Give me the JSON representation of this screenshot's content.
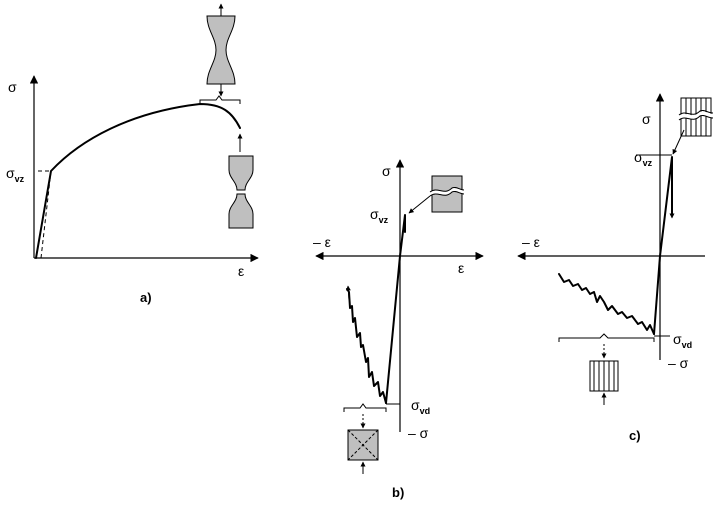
{
  "panel_a": {
    "y_axis_label": "σ",
    "x_axis_label": "ε",
    "yield_label_main": "σ",
    "yield_label_sub": "vz",
    "caption": "a)"
  },
  "panel_b": {
    "y_axis_label": "σ",
    "x_axis_pos_label": "ε",
    "x_axis_neg_label": "– ε",
    "y_axis_neg_label": "– σ",
    "tension_label_main": "σ",
    "tension_label_sub": "vz",
    "compression_label_main": "σ",
    "compression_label_sub": "vd",
    "caption": "b)"
  },
  "panel_c": {
    "y_axis_label": "σ",
    "x_axis_neg_label": "– ε",
    "y_axis_neg_label": "– σ",
    "tension_label_main": "σ",
    "tension_label_sub": "vz",
    "compression_label_main": "σ",
    "compression_label_sub": "vd",
    "caption": "c)"
  }
}
